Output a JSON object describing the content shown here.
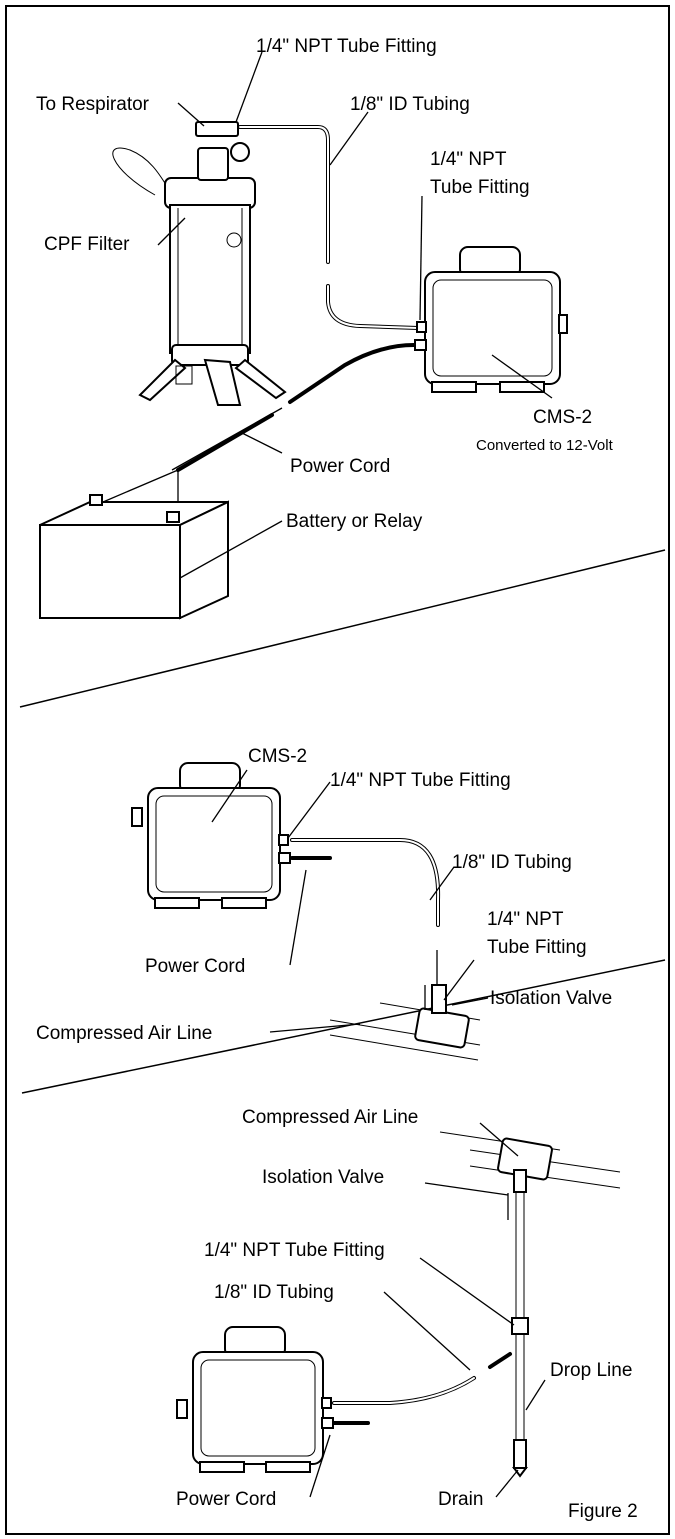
{
  "panel1": {
    "fitting_top": "1/4\" NPT Tube Fitting",
    "to_respirator": "To Respirator",
    "tubing": "1/8\" ID Tubing",
    "fitting_right_line1": "1/4\" NPT",
    "fitting_right_line2": "Tube Fitting",
    "cpf_filter": "CPF Filter",
    "cms2": "CMS-2",
    "converted": "Converted to 12-Volt",
    "power_cord": "Power Cord",
    "battery": "Battery or Relay"
  },
  "panel2": {
    "cms2": "CMS-2",
    "fitting_top": "1/4\" NPT Tube Fitting",
    "tubing": "1/8\" ID Tubing",
    "fitting_line1": "1/4\" NPT",
    "fitting_line2": "Tube Fitting",
    "power_cord": "Power Cord",
    "isolation_valve": "Isolation Valve",
    "air_line": "Compressed Air Line"
  },
  "panel3": {
    "air_line": "Compressed Air Line",
    "isolation_valve": "Isolation Valve",
    "fitting": "1/4\" NPT Tube Fitting",
    "tubing": "1/8\" ID Tubing",
    "drop_line": "Drop Line",
    "power_cord": "Power Cord",
    "drain": "Drain",
    "figure_label": "Figure 2"
  }
}
